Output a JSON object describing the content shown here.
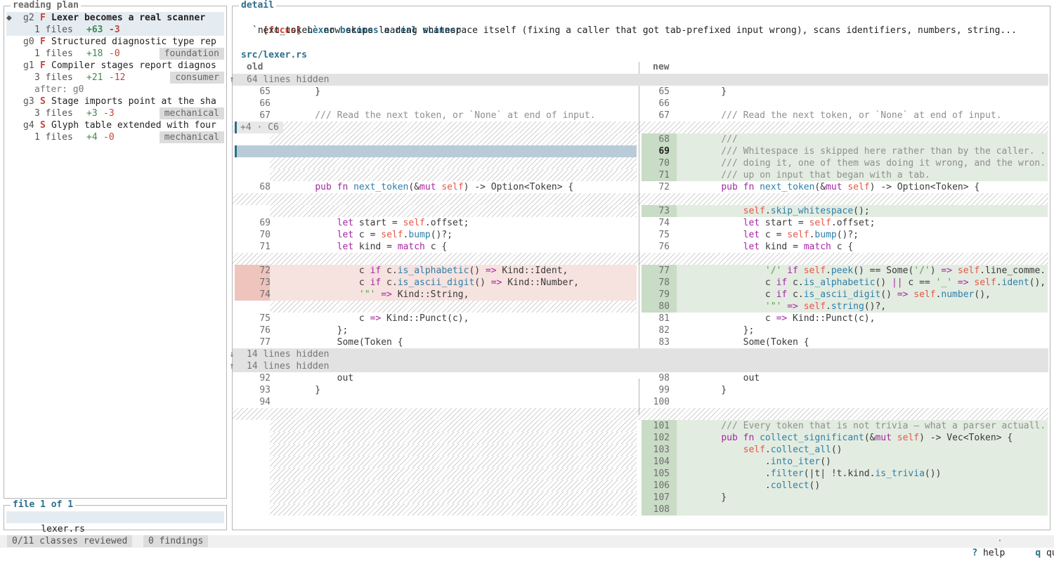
{
  "left_panel": {
    "title": "reading plan",
    "items": [
      {
        "id": "g2",
        "kind": "F",
        "title": "Lexer becomes a real scanner",
        "files": "1 files",
        "add": "+63",
        "del": "-3",
        "tag": "",
        "after": "",
        "selected": true
      },
      {
        "id": "g0",
        "kind": "F",
        "title": "Structured diagnostic type rep",
        "files": "1 files",
        "add": "+18",
        "del": "-0",
        "tag": "foundation",
        "after": ""
      },
      {
        "id": "g1",
        "kind": "F",
        "title": "Compiler stages report diagnos",
        "files": "3 files",
        "add": "+21",
        "del": "-12",
        "tag": "consumer",
        "after": "after: g0"
      },
      {
        "id": "g3",
        "kind": "S",
        "title": "Stage imports point at the sha",
        "files": "3 files",
        "add": "+3",
        "del": "-3",
        "tag": "mechanical",
        "after": ""
      },
      {
        "id": "g4",
        "kind": "S",
        "title": "Glyph table extended with four",
        "files": "1 files",
        "add": "+4",
        "del": "-0",
        "tag": "mechanical",
        "after": ""
      }
    ],
    "selected_marker": "◆"
  },
  "file_panel": {
    "title": "file 1 of 1",
    "files": [
      "lexer.rs"
    ]
  },
  "detail": {
    "title": "detail",
    "focus_tag": "[focus]",
    "focus_title": "Lexer becomes a real scanner",
    "description": "`next_token` now skips leading whitespace itself (fixing a caller that got tab-prefixed input wrong), scans identifiers, numbers, string...",
    "file_path": "src/lexer.rs",
    "old_header": "old",
    "new_header": "new",
    "hunk_marker": "+4 · C6"
  },
  "diff_rows": [
    {
      "type": "fold",
      "arrow": "↑",
      "text": "64 lines hidden"
    },
    {
      "type": "ctx",
      "o": "65",
      "n": "65",
      "t": "    }"
    },
    {
      "type": "ctx",
      "o": "66",
      "n": "66",
      "t": ""
    },
    {
      "type": "ctx",
      "o": "67",
      "n": "67",
      "t": "    /// Read the next token, or `None` at end of input."
    },
    {
      "type": "hunk"
    },
    {
      "type": "add",
      "n": "68",
      "t": "    ///"
    },
    {
      "type": "add",
      "n": "69",
      "t": "    /// Whitespace is skipped here rather than by the caller. ...",
      "cursor": true
    },
    {
      "type": "add",
      "n": "70",
      "t": "    /// doing it, one of them was doing it wrong, and the wron..."
    },
    {
      "type": "add",
      "n": "71",
      "t": "    /// up on input that began with a tab."
    },
    {
      "type": "ctx",
      "o": "68",
      "n": "72",
      "t": "    pub fn next_token(&mut self) -> Option<Token> {"
    },
    {
      "type": "sep"
    },
    {
      "type": "add",
      "n": "73",
      "t": "        self.skip_whitespace();"
    },
    {
      "type": "ctx",
      "o": "69",
      "n": "74",
      "t": "        let start = self.offset;"
    },
    {
      "type": "ctx",
      "o": "70",
      "n": "75",
      "t": "        let c = self.bump()?;"
    },
    {
      "type": "ctx",
      "o": "71",
      "n": "76",
      "t": "        let kind = match c {"
    },
    {
      "type": "sep"
    },
    {
      "type": "chg",
      "o": "72",
      "ot": "            c if c.is_alphabetic() => Kind::Ident,",
      "n": "77",
      "nt": "            '/' if self.peek() == Some('/') => self.line_comme..."
    },
    {
      "type": "chg",
      "o": "73",
      "ot": "            c if c.is_ascii_digit() => Kind::Number,",
      "n": "78",
      "nt": "            c if c.is_alphabetic() || c == '_' => self.ident(),"
    },
    {
      "type": "chg",
      "o": "74",
      "ot": "            '\"' => Kind::String,",
      "n": "79",
      "nt": "            c if c.is_ascii_digit() => self.number(),"
    },
    {
      "type": "add",
      "n": "80",
      "t": "            '\"' => self.string()?,"
    },
    {
      "type": "ctx",
      "o": "75",
      "n": "81",
      "t": "            c => Kind::Punct(c),"
    },
    {
      "type": "ctx",
      "o": "76",
      "n": "82",
      "t": "        };"
    },
    {
      "type": "ctx",
      "o": "77",
      "n": "83",
      "t": "        Some(Token {"
    },
    {
      "type": "fold",
      "arrow": "↓",
      "text": "14 lines hidden"
    },
    {
      "type": "fold",
      "arrow": "↑",
      "text": "14 lines hidden"
    },
    {
      "type": "ctx",
      "o": "92",
      "n": "98",
      "t": "        out"
    },
    {
      "type": "ctx",
      "o": "93",
      "n": "99",
      "t": "    }"
    },
    {
      "type": "ctx",
      "o": "94",
      "n": "100",
      "t": ""
    },
    {
      "type": "sep"
    },
    {
      "type": "add",
      "n": "101",
      "t": "    /// Every token that is not trivia — what a parser actuall..."
    },
    {
      "type": "add",
      "n": "102",
      "t": "    pub fn collect_significant(&mut self) -> Vec<Token> {"
    },
    {
      "type": "add",
      "n": "103",
      "t": "        self.collect_all()"
    },
    {
      "type": "add",
      "n": "104",
      "t": "            .into_iter()"
    },
    {
      "type": "add",
      "n": "105",
      "t": "            .filter(|t| !t.kind.is_trivia())"
    },
    {
      "type": "add",
      "n": "106",
      "t": "            .collect()"
    },
    {
      "type": "add",
      "n": "107",
      "t": "    }"
    },
    {
      "type": "add",
      "n": "108",
      "t": ""
    }
  ],
  "status_bar": {
    "classes_reviewed": "0/11 classes reviewed",
    "findings": "0 findings",
    "help_key": "?",
    "help_label": "help",
    "sep": "·",
    "quit_key": "q",
    "quit_label": "quit"
  },
  "colors": {
    "accent": "#2b6f8c",
    "selected_bg": "#e4ecf2",
    "add_bg": "#e3ece1",
    "add_gutter": "#c9dcc5",
    "del_bg": "#f6e2df",
    "del_gutter": "#efc4bd",
    "fold_bg": "#e2e2e2",
    "cursor_bg": "#b9cbd9",
    "tag_bg": "#dcdcdc",
    "add_text": "#3f8a4f",
    "del_text": "#c4453a",
    "kind_text": "#c4453a"
  }
}
